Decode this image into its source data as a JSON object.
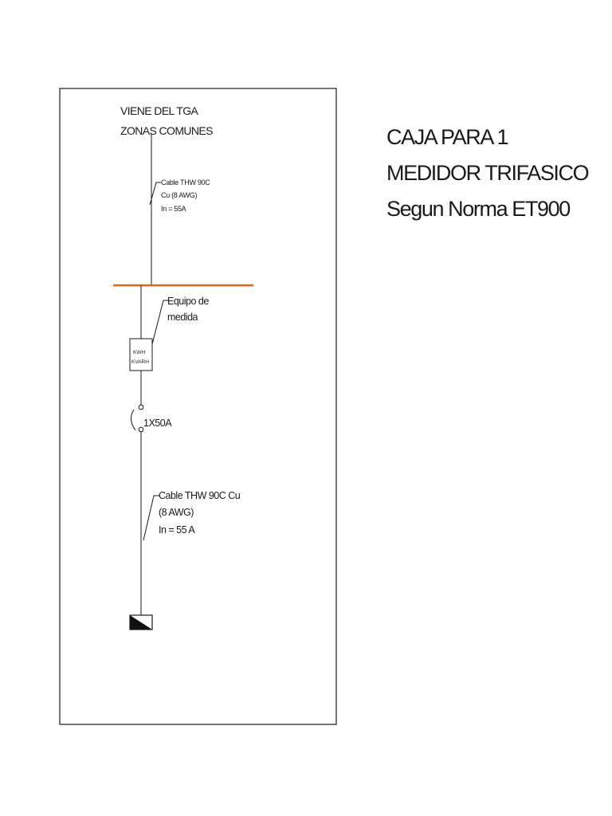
{
  "source": {
    "line1": "VIENE DEL TGA",
    "line2": "ZONAS COMUNES"
  },
  "cable_top": {
    "line1": "Cable THW 90C",
    "line2": "Cu (8 AWG)",
    "line3": "In = 55A"
  },
  "meter": {
    "label_line1": "Equipo de",
    "label_line2": "medida",
    "unit1": "KWH",
    "unit2": "KVARH"
  },
  "breaker": {
    "label": "1X50A"
  },
  "cable_bottom": {
    "line1": "Cable THW 90C Cu",
    "line2": "(8 AWG)",
    "line3": "In = 55 A"
  },
  "title": {
    "line1": "CAJA PARA 1",
    "line2": "MEDIDOR TRIFASICO",
    "line3": "Segun Norma ET900"
  },
  "colors": {
    "busbar": "#e8661c",
    "line": "#1a1a1a"
  },
  "icons": [
    "kwh-meter-icon",
    "breaker-icon",
    "ground-terminal-icon"
  ]
}
